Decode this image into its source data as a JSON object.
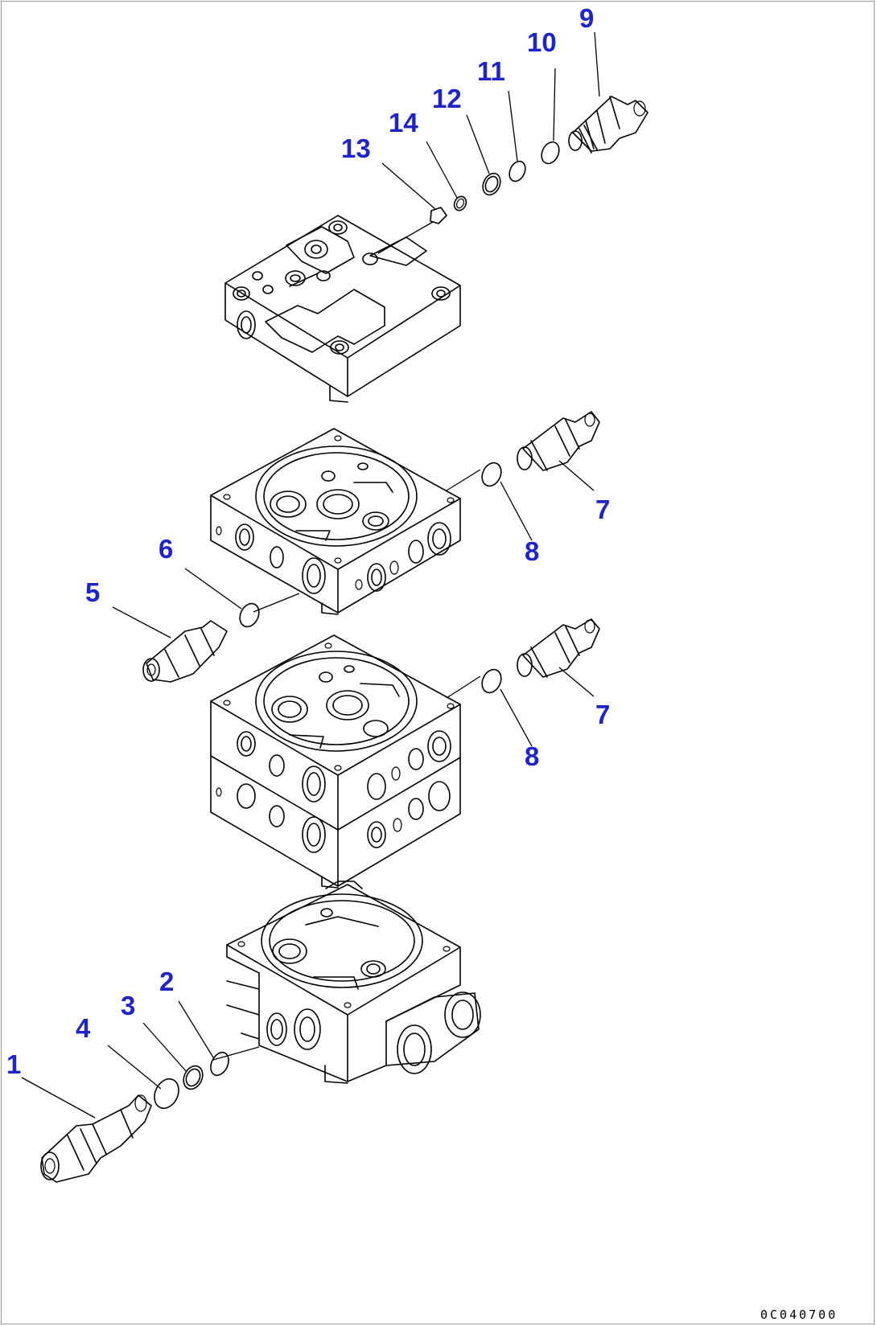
{
  "diagram": {
    "code": "0C040700",
    "accent_color": "#1f24c9",
    "callouts": [
      {
        "id": "c1",
        "label": "1"
      },
      {
        "id": "c2",
        "label": "2"
      },
      {
        "id": "c3",
        "label": "3"
      },
      {
        "id": "c4",
        "label": "4"
      },
      {
        "id": "c5",
        "label": "5"
      },
      {
        "id": "c6",
        "label": "6"
      },
      {
        "id": "c7a",
        "label": "7"
      },
      {
        "id": "c7b",
        "label": "7"
      },
      {
        "id": "c8a",
        "label": "8"
      },
      {
        "id": "c8b",
        "label": "8"
      },
      {
        "id": "c9",
        "label": "9"
      },
      {
        "id": "c10",
        "label": "10"
      },
      {
        "id": "c11",
        "label": "11"
      },
      {
        "id": "c12",
        "label": "12"
      },
      {
        "id": "c13",
        "label": "13"
      },
      {
        "id": "c14",
        "label": "14"
      }
    ]
  }
}
